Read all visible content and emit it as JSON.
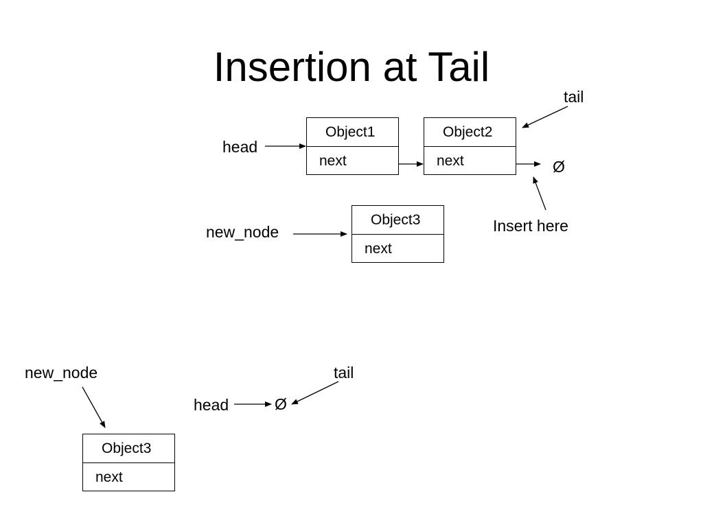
{
  "title": "Insertion at Tail",
  "top_scenario": {
    "head_label": "head",
    "tail_label": "tail",
    "new_node_label": "new_node",
    "insert_label": "Insert here",
    "null_symbol": "Ø",
    "nodes": [
      {
        "object": "Object1",
        "field": "next"
      },
      {
        "object": "Object2",
        "field": "next"
      },
      {
        "object": "Object3",
        "field": "next"
      }
    ]
  },
  "bottom_scenario": {
    "head_label": "head",
    "tail_label": "tail",
    "new_node_label": "new_node",
    "null_symbol": "Ø",
    "node": {
      "object": "Object3",
      "field": "next"
    }
  }
}
